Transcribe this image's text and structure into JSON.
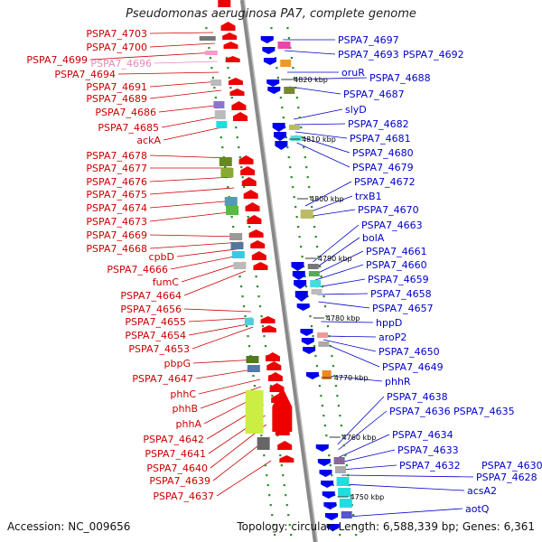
{
  "title": "Pseudomonas aeruginosa PA7, complete genome",
  "footer": {
    "accession": "Accession: NC_009656",
    "topology": "Topology: circular; Length: 6,588,339 bp; Genes: 6,361"
  },
  "colors": {
    "left_label": "#cc0000",
    "right_label": "#0000cc",
    "highlight_label": "#e68ab8",
    "backbone": "#888888",
    "dots": "#2e8b2e"
  },
  "kbp_markers": [
    {
      "label": "4820 kbp",
      "kbp": 4820
    },
    {
      "label": "4810 kbp",
      "kbp": 4810
    },
    {
      "label": "4800 kbp",
      "kbp": 4800
    },
    {
      "label": "4790 kbp",
      "kbp": 4790
    },
    {
      "label": "4780 kbp",
      "kbp": 4780
    },
    {
      "label": "4770 kbp",
      "kbp": 4770
    },
    {
      "label": "4760 kbp",
      "kbp": 4760
    },
    {
      "label": "4750 kbp",
      "kbp": 4750
    }
  ],
  "left_genes": [
    {
      "name": "PSPA7_4703"
    },
    {
      "name": "PSPA7_4700"
    },
    {
      "name": "PSPA7_4699"
    },
    {
      "name": "PSPA7_4696",
      "highlight": true
    },
    {
      "name": "PSPA7_4694"
    },
    {
      "name": "PSPA7_4691"
    },
    {
      "name": "PSPA7_4689"
    },
    {
      "name": "PSPA7_4686"
    },
    {
      "name": "PSPA7_4685"
    },
    {
      "name": "ackA"
    },
    {
      "name": "PSPA7_4678"
    },
    {
      "name": "PSPA7_4677"
    },
    {
      "name": "PSPA7_4676"
    },
    {
      "name": "PSPA7_4675"
    },
    {
      "name": "PSPA7_4674"
    },
    {
      "name": "PSPA7_4673"
    },
    {
      "name": "PSPA7_4669"
    },
    {
      "name": "PSPA7_4668"
    },
    {
      "name": "cpbD"
    },
    {
      "name": "PSPA7_4666"
    },
    {
      "name": "fumC"
    },
    {
      "name": "PSPA7_4664"
    },
    {
      "name": "PSPA7_4656"
    },
    {
      "name": "PSPA7_4655"
    },
    {
      "name": "PSPA7_4654"
    },
    {
      "name": "PSPA7_4653"
    },
    {
      "name": "pbpG"
    },
    {
      "name": "PSPA7_4647"
    },
    {
      "name": "phhC"
    },
    {
      "name": "phhB"
    },
    {
      "name": "phhA"
    },
    {
      "name": "PSPA7_4642"
    },
    {
      "name": "PSPA7_4641"
    },
    {
      "name": "PSPA7_4640"
    },
    {
      "name": "PSPA7_4639"
    },
    {
      "name": "PSPA7_4637"
    }
  ],
  "right_genes": [
    {
      "name": "PSPA7_4697"
    },
    {
      "name": "PSPA7_4693"
    },
    {
      "name": "PSPA7_4692"
    },
    {
      "name": "oruR"
    },
    {
      "name": "PSPA7_4688"
    },
    {
      "name": "PSPA7_4687"
    },
    {
      "name": "slyD"
    },
    {
      "name": "PSPA7_4682"
    },
    {
      "name": "PSPA7_4681"
    },
    {
      "name": "PSPA7_4680"
    },
    {
      "name": "PSPA7_4679"
    },
    {
      "name": "PSPA7_4672"
    },
    {
      "name": "trxB1"
    },
    {
      "name": "PSPA7_4670"
    },
    {
      "name": "PSPA7_4663"
    },
    {
      "name": "bolA"
    },
    {
      "name": "PSPA7_4661"
    },
    {
      "name": "PSPA7_4660"
    },
    {
      "name": "PSPA7_4659"
    },
    {
      "name": "PSPA7_4658"
    },
    {
      "name": "PSPA7_4657"
    },
    {
      "name": "hppD"
    },
    {
      "name": "aroP2"
    },
    {
      "name": "PSPA7_4650"
    },
    {
      "name": "PSPA7_4649"
    },
    {
      "name": "phhR"
    },
    {
      "name": "PSPA7_4638"
    },
    {
      "name": "PSPA7_4636"
    },
    {
      "name": "PSPA7_4635"
    },
    {
      "name": "PSPA7_4634"
    },
    {
      "name": "PSPA7_4633"
    },
    {
      "name": "PSPA7_4632"
    },
    {
      "name": "PSPA7_4630"
    },
    {
      "name": "PSPA7_4628"
    },
    {
      "name": "acsA2"
    },
    {
      "name": "aotQ"
    }
  ]
}
